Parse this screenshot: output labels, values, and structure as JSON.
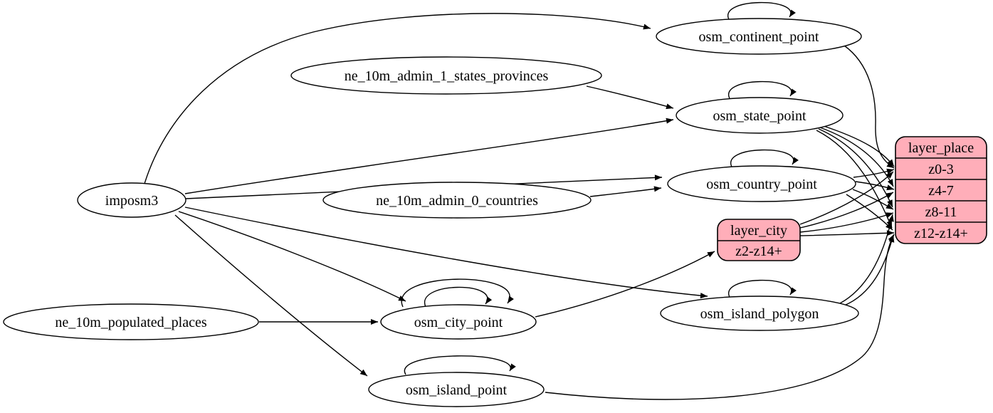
{
  "nodes": {
    "imposm3": "imposm3",
    "ne_admin1": "ne_10m_admin_1_states_provinces",
    "ne_admin0": "ne_10m_admin_0_countries",
    "ne_populated": "ne_10m_populated_places",
    "continent": "osm_continent_point",
    "state": "osm_state_point",
    "country": "osm_country_point",
    "city": "osm_city_point",
    "island_polygon": "osm_island_polygon",
    "island_point": "osm_island_point"
  },
  "records": {
    "layer_city": {
      "title": "layer_city",
      "rows": [
        "z2-z14+"
      ]
    },
    "layer_place": {
      "title": "layer_place",
      "rows": [
        "z0-3",
        "z4-7",
        "z8-11",
        "z12-z14+"
      ]
    }
  },
  "colors": {
    "record_fill": "#ffaeb9",
    "node_fill": "#ffffff",
    "edge_stroke": "#000000"
  },
  "edges": [
    "imposm3 -> osm_continent_point",
    "imposm3 -> osm_state_point",
    "imposm3 -> osm_country_point",
    "imposm3 -> osm_city_point",
    "imposm3 -> osm_island_polygon",
    "imposm3 -> osm_island_point",
    "ne_10m_admin_1_states_provinces -> osm_state_point",
    "ne_10m_admin_0_countries -> osm_country_point",
    "ne_10m_populated_places -> osm_city_point",
    "osm_continent_point -> osm_continent_point",
    "osm_state_point -> osm_state_point",
    "osm_country_point -> osm_country_point",
    "osm_city_point -> osm_city_point",
    "osm_city_point -> osm_city_point (2)",
    "osm_island_polygon -> osm_island_polygon",
    "osm_island_point -> osm_island_point",
    "osm_continent_point -> layer_place:z0-3",
    "osm_state_point -> layer_place:z0-3",
    "osm_state_point -> layer_place:z4-7",
    "osm_state_point -> layer_place:z8-11",
    "osm_state_point -> layer_place:z12-z14+",
    "osm_country_point -> layer_place:z0-3",
    "osm_country_point -> layer_place:z4-7",
    "osm_country_point -> layer_place:z8-11",
    "osm_country_point -> layer_place:z12-z14+",
    "osm_city_point -> layer_city:z2-z14+",
    "layer_city -> layer_place:z0-3",
    "layer_city -> layer_place:z4-7",
    "layer_city -> layer_place:z8-11",
    "layer_city -> layer_place:z12-z14+",
    "osm_island_polygon -> layer_place:z8-11",
    "osm_island_polygon -> layer_place:z12-z14+",
    "osm_island_point -> layer_place:z12-z14+"
  ]
}
